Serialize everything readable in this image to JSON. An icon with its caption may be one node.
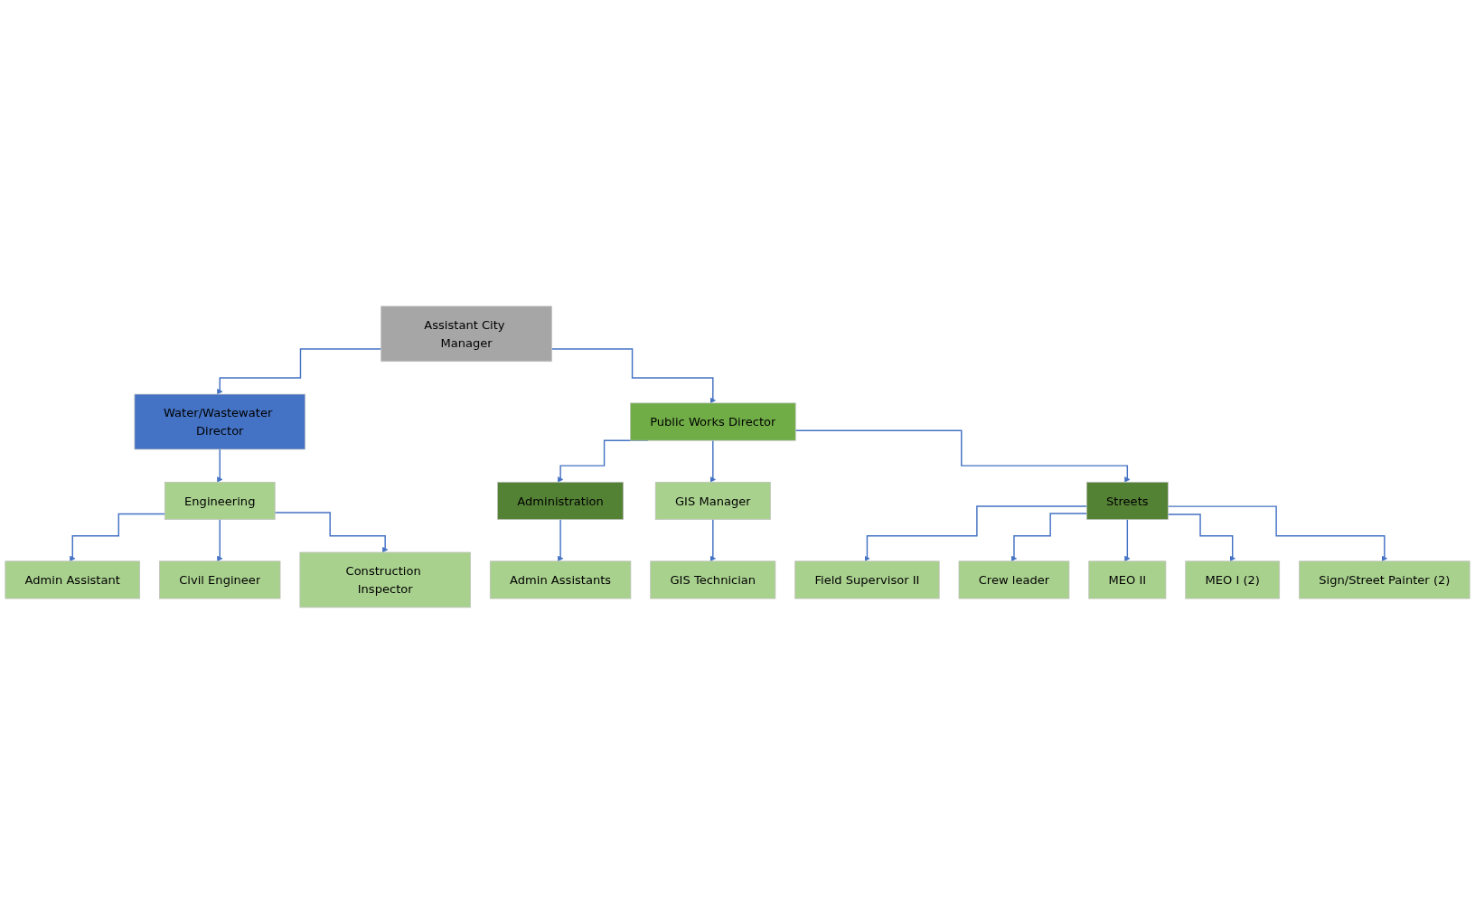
{
  "diagram": {
    "nodes": [
      {
        "text": [
          "Assistant City Manager"
        ]
      },
      {
        "text": [
          "Water/Wastewater Director"
        ]
      },
      {
        "text": [
          "Public Works Director"
        ]
      },
      {
        "text": [
          "Engineering"
        ]
      },
      {
        "text": [
          "Administration"
        ]
      },
      {
        "text": [
          "GIS Manager"
        ]
      },
      {
        "text": [
          "Streets"
        ]
      },
      {
        "text": [
          "Admin Assistant"
        ]
      },
      {
        "text": [
          "Civil Engineer"
        ]
      },
      {
        "text": [
          "Construction Inspector"
        ]
      },
      {
        "text": [
          "Admin Assistants"
        ]
      },
      {
        "text": [
          "GIS Technician"
        ]
      },
      {
        "text": [
          "Field Supervisor II"
        ]
      },
      {
        "text": [
          "Crew leader"
        ]
      },
      {
        "text": [
          "MEO II"
        ]
      },
      {
        "text": [
          "MEO I (2)"
        ]
      },
      {
        "text": [
          "Sign/Street Painter (2)"
        ]
      }
    ],
    "edges": [
      {
        "from": 0,
        "to": 1,
        "arrow": "to"
      },
      {
        "from": 0,
        "to": 2,
        "arrow": "to"
      },
      {
        "from": 1,
        "to": 3,
        "arrow": "to"
      },
      {
        "from": 2,
        "to": 4,
        "arrow": "to"
      },
      {
        "from": 2,
        "to": 5,
        "arrow": "to"
      },
      {
        "from": 2,
        "to": 6,
        "arrow": "to"
      },
      {
        "from": 3,
        "to": 7,
        "arrow": "to"
      },
      {
        "from": 3,
        "to": 8,
        "arrow": "to"
      },
      {
        "from": 3,
        "to": 9,
        "arrow": "to"
      },
      {
        "from": 4,
        "to": 10,
        "arrow": "to"
      },
      {
        "from": 5,
        "to": 11,
        "arrow": "to"
      },
      {
        "from": 6,
        "to": 12,
        "arrow": "to"
      },
      {
        "from": 6,
        "to": 13,
        "arrow": "to"
      },
      {
        "from": 6,
        "to": 14,
        "arrow": "to"
      },
      {
        "from": 6,
        "to": 15,
        "arrow": "to"
      },
      {
        "from": 6,
        "to": 16,
        "arrow": "to"
      }
    ]
  }
}
